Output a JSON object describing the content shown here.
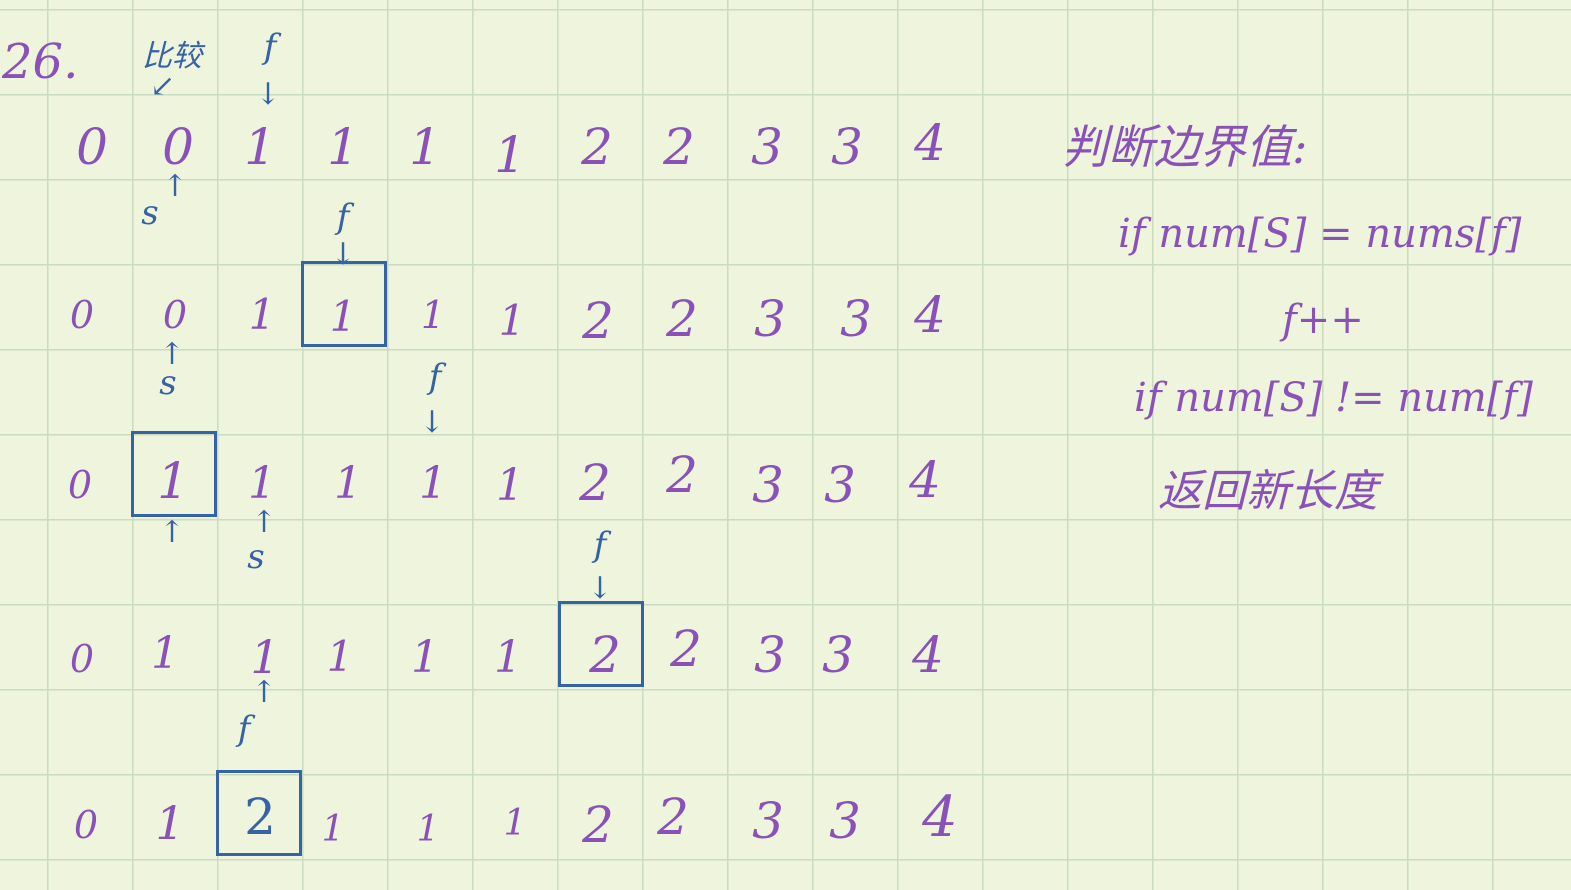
{
  "header": {
    "problem_number": "26.",
    "compare_label": "比较",
    "initial_fast_label": "f",
    "initial_slow_label": "s"
  },
  "rows": [
    {
      "digits": [
        "0",
        "0",
        "1",
        "1",
        "1",
        "1",
        "2",
        "2",
        "3",
        "3",
        "4"
      ],
      "boxed_index": null
    },
    {
      "digits": [
        "0",
        "0",
        "1",
        "1",
        "1",
        "1",
        "2",
        "2",
        "3",
        "3",
        "4"
      ],
      "boxed_index": 3
    },
    {
      "digits": [
        "0",
        "1",
        "1",
        "1",
        "1",
        "1",
        "2",
        "2",
        "3",
        "3",
        "4"
      ],
      "boxed_index": 1
    },
    {
      "digits": [
        "0",
        "1",
        "1",
        "1",
        "1",
        "1",
        "2",
        "2",
        "3",
        "3",
        "4"
      ],
      "boxed_index": 6
    },
    {
      "digits": [
        "0",
        "1",
        "2",
        "1",
        "1",
        "1",
        "2",
        "2",
        "3",
        "3",
        "4"
      ],
      "boxed_index": 2
    }
  ],
  "pointers": {
    "fast": "f",
    "slow": "s",
    "up_arrow": "↑",
    "down_arrow": "↓"
  },
  "notes": {
    "heading": "判断边界值:",
    "line1": "if num[S] = nums[f]",
    "line2": "f++",
    "line3": "if num[S] != num[f]",
    "line4": "返回新长度"
  }
}
